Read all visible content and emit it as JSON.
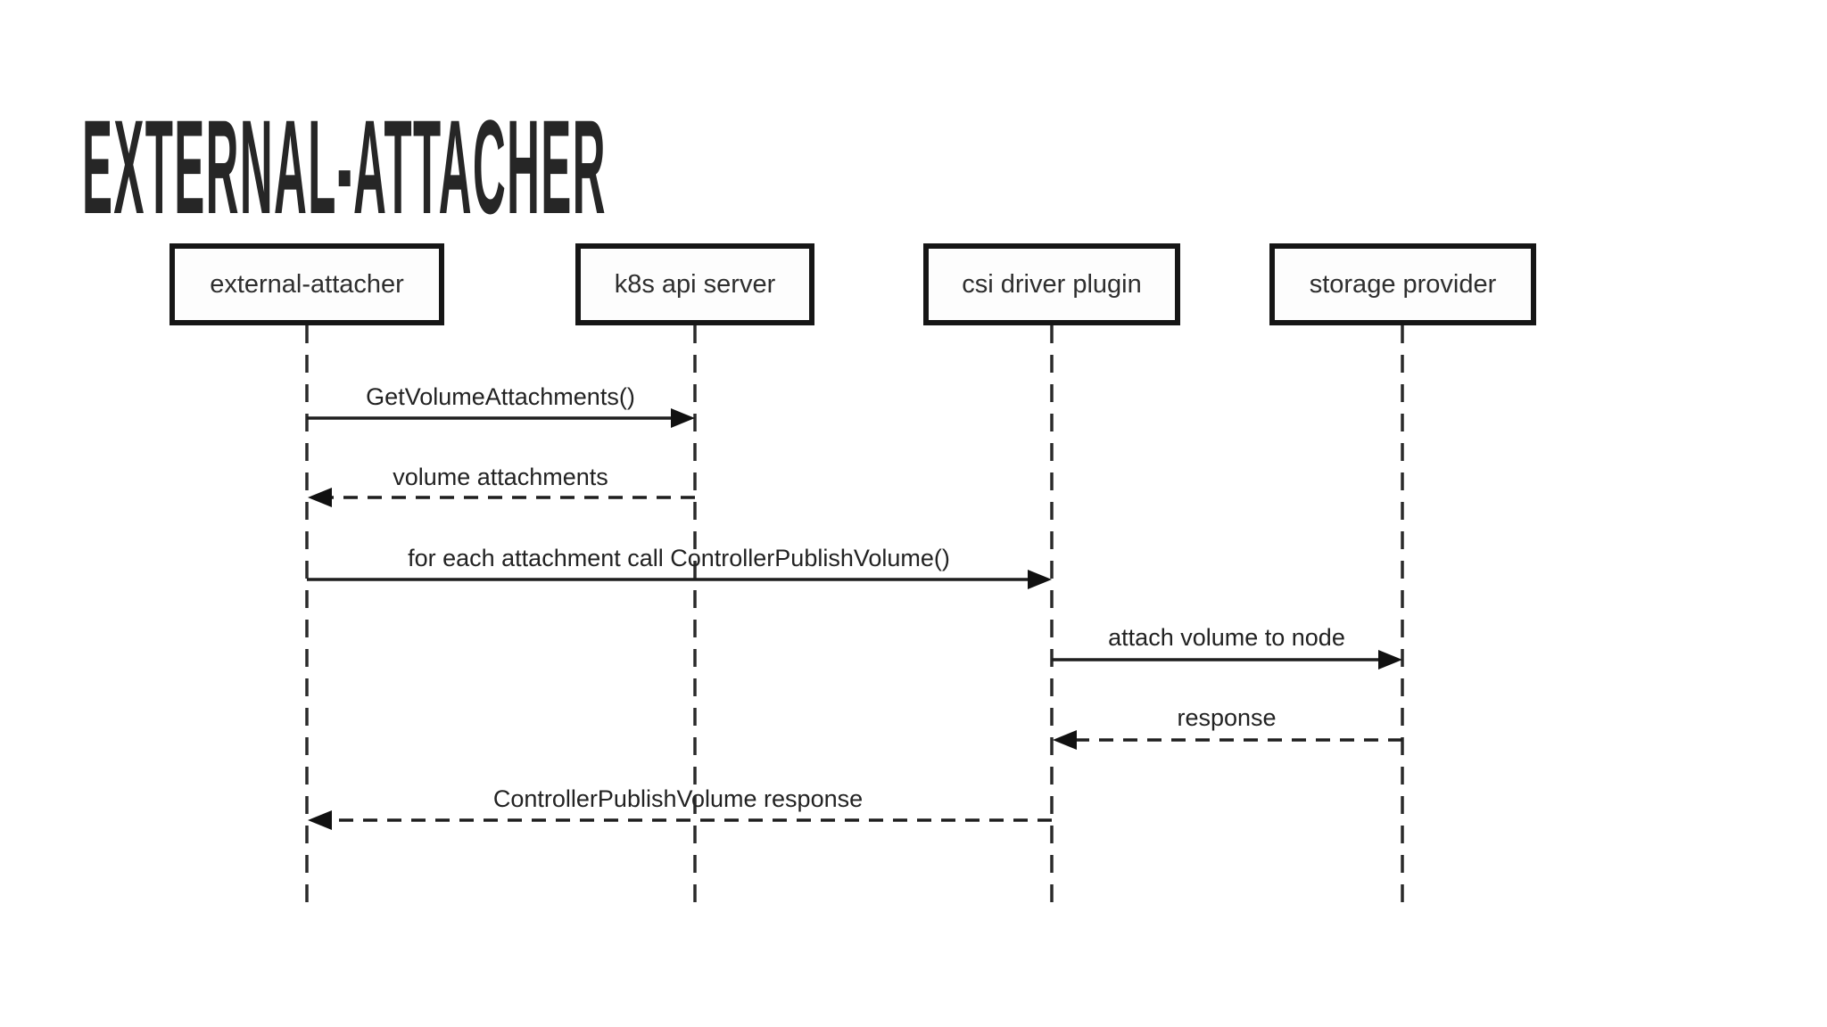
{
  "title": "EXTERNAL-ATTACHER",
  "diagram_type": "sequence-diagram",
  "colors": {
    "ink": "#1e1e1e",
    "background": "#ffffff"
  },
  "participants": [
    {
      "label": "external-attacher"
    },
    {
      "label": "k8s api server"
    },
    {
      "label": "csi driver plugin"
    },
    {
      "label": "storage provider"
    }
  ],
  "messages": [
    {
      "label": "GetVolumeAttachments()",
      "from": "external-attacher",
      "to": "k8s api server",
      "line": "solid",
      "direction": "right"
    },
    {
      "label": "volume attachments",
      "from": "k8s api server",
      "to": "external-attacher",
      "line": "dashed",
      "direction": "left"
    },
    {
      "label": "for each attachment call ControllerPublishVolume()",
      "from": "external-attacher",
      "to": "csi driver plugin",
      "line": "solid",
      "direction": "right"
    },
    {
      "label": "attach volume to node",
      "from": "csi driver plugin",
      "to": "storage provider",
      "line": "solid",
      "direction": "right"
    },
    {
      "label": "response",
      "from": "storage provider",
      "to": "csi driver plugin",
      "line": "dashed",
      "direction": "left"
    },
    {
      "label": "ControllerPublishVolume response",
      "from": "csi driver plugin",
      "to": "external-attacher",
      "line": "dashed",
      "direction": "left"
    }
  ]
}
